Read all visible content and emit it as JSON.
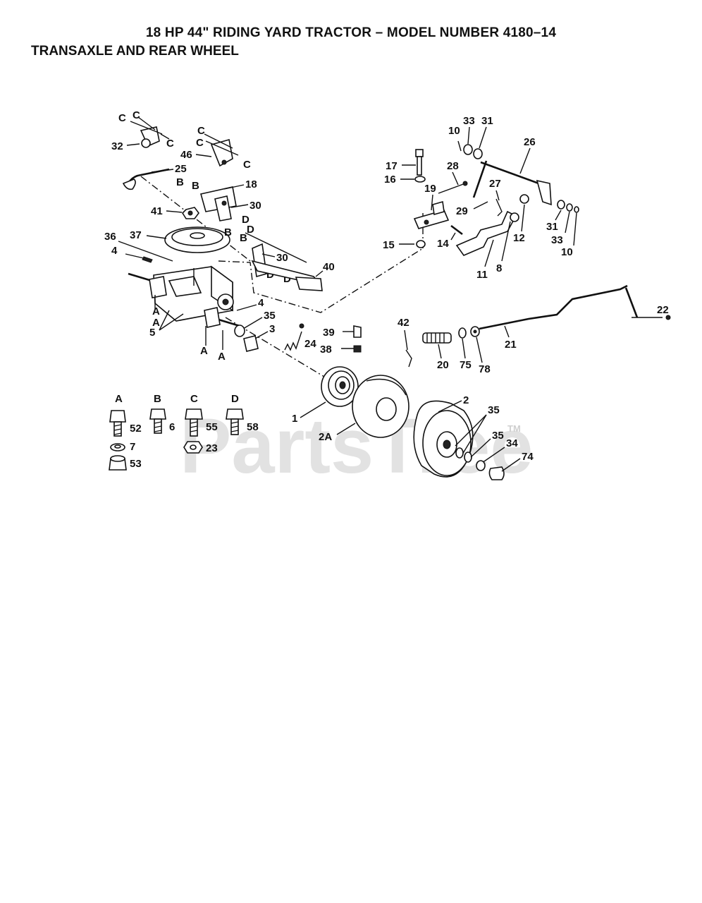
{
  "header": {
    "title": "18 HP 44\" RIDING YARD TRACTOR – MODEL NUMBER 4180–14",
    "subtitle": "TRANSAXLE AND REAR WHEEL"
  },
  "watermark": {
    "text": "PartsTree",
    "tm": "TM"
  },
  "callouts": {
    "c1": "1",
    "c2": "2",
    "c2a": "2A",
    "c3": "3",
    "c4a": "4",
    "c4b": "4",
    "c5": "5",
    "c8": "8",
    "c10a": "10",
    "c10b": "10",
    "c11": "11",
    "c12": "12",
    "c14": "14",
    "c15": "15",
    "c16": "16",
    "c17": "17",
    "c18": "18",
    "c19": "19",
    "c20": "20",
    "c21": "21",
    "c22": "22",
    "c24": "24",
    "c25": "25",
    "c26": "26",
    "c27": "27",
    "c28": "28",
    "c29": "29",
    "c30a": "30",
    "c30b": "30",
    "c31a": "31",
    "c31b": "31",
    "c32": "32",
    "c33a": "33",
    "c33b": "33",
    "c34": "34",
    "c35a": "35",
    "c35b": "35",
    "c35c": "35",
    "c36": "36",
    "c37": "37",
    "c38": "38",
    "c39": "39",
    "c40": "40",
    "c41": "41",
    "c42": "42",
    "c46": "46",
    "c74": "74",
    "c75": "75",
    "c78": "78"
  },
  "letters": {
    "a": "A",
    "b": "B",
    "c": "C",
    "d": "D"
  },
  "hardware_legend": [
    {
      "letter": "A",
      "bolt": "52",
      "washer": "7",
      "nut": "53"
    },
    {
      "letter": "B",
      "bolt": "6"
    },
    {
      "letter": "C",
      "bolt": "55",
      "nut": "23"
    },
    {
      "letter": "D",
      "bolt": "58"
    }
  ]
}
